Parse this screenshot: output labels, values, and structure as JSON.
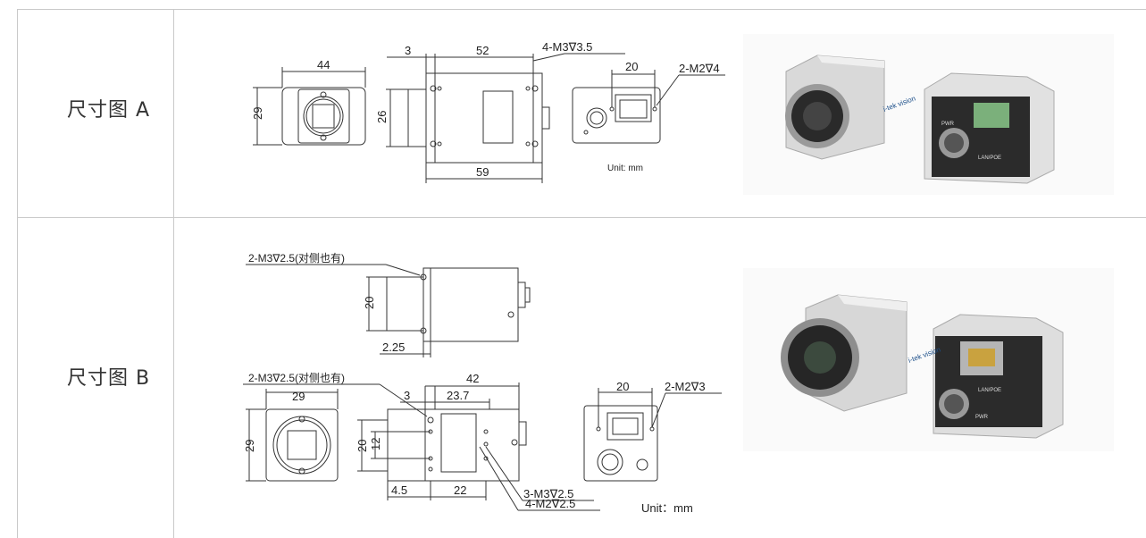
{
  "rows": [
    {
      "label": "尺寸图 A",
      "dims": {
        "front_width": "44",
        "front_height": "29",
        "side_offset": "3",
        "side_length": "52",
        "side_height": "26",
        "side_total": "59",
        "side_holes": "4-M3∇3.5",
        "back_spacing": "20",
        "back_holes": "2-M2∇4",
        "unit": "Unit: mm"
      },
      "photo": {
        "camera_brand": "i-tek vision",
        "port_label": "LAN/POE",
        "power_label": "PWR"
      }
    },
    {
      "label": "尺寸图 B",
      "dims": {
        "top_holes": "2-M3∇2.5(对侧也有)",
        "top_height": "20",
        "top_offset": "2.25",
        "side_holes": "2-M3∇2.5(对侧也有)",
        "front_width": "29",
        "front_height": "29",
        "side_offset": "3",
        "side_inner": "23.7",
        "side_total": "42",
        "side_height": "20",
        "side_inner_height": "12",
        "side_bottom_offset": "4.5",
        "side_bottom_len": "22",
        "holes_m3": "3-M3∇2.5",
        "holes_m2": "4-M2∇2.5",
        "back_spacing": "20",
        "back_holes": "2-M2∇3",
        "unit": "Unit：mm"
      },
      "photo": {
        "camera_brand": "i-tek vision",
        "port_label": "LAN/POE",
        "power_label": "PWR"
      }
    }
  ]
}
